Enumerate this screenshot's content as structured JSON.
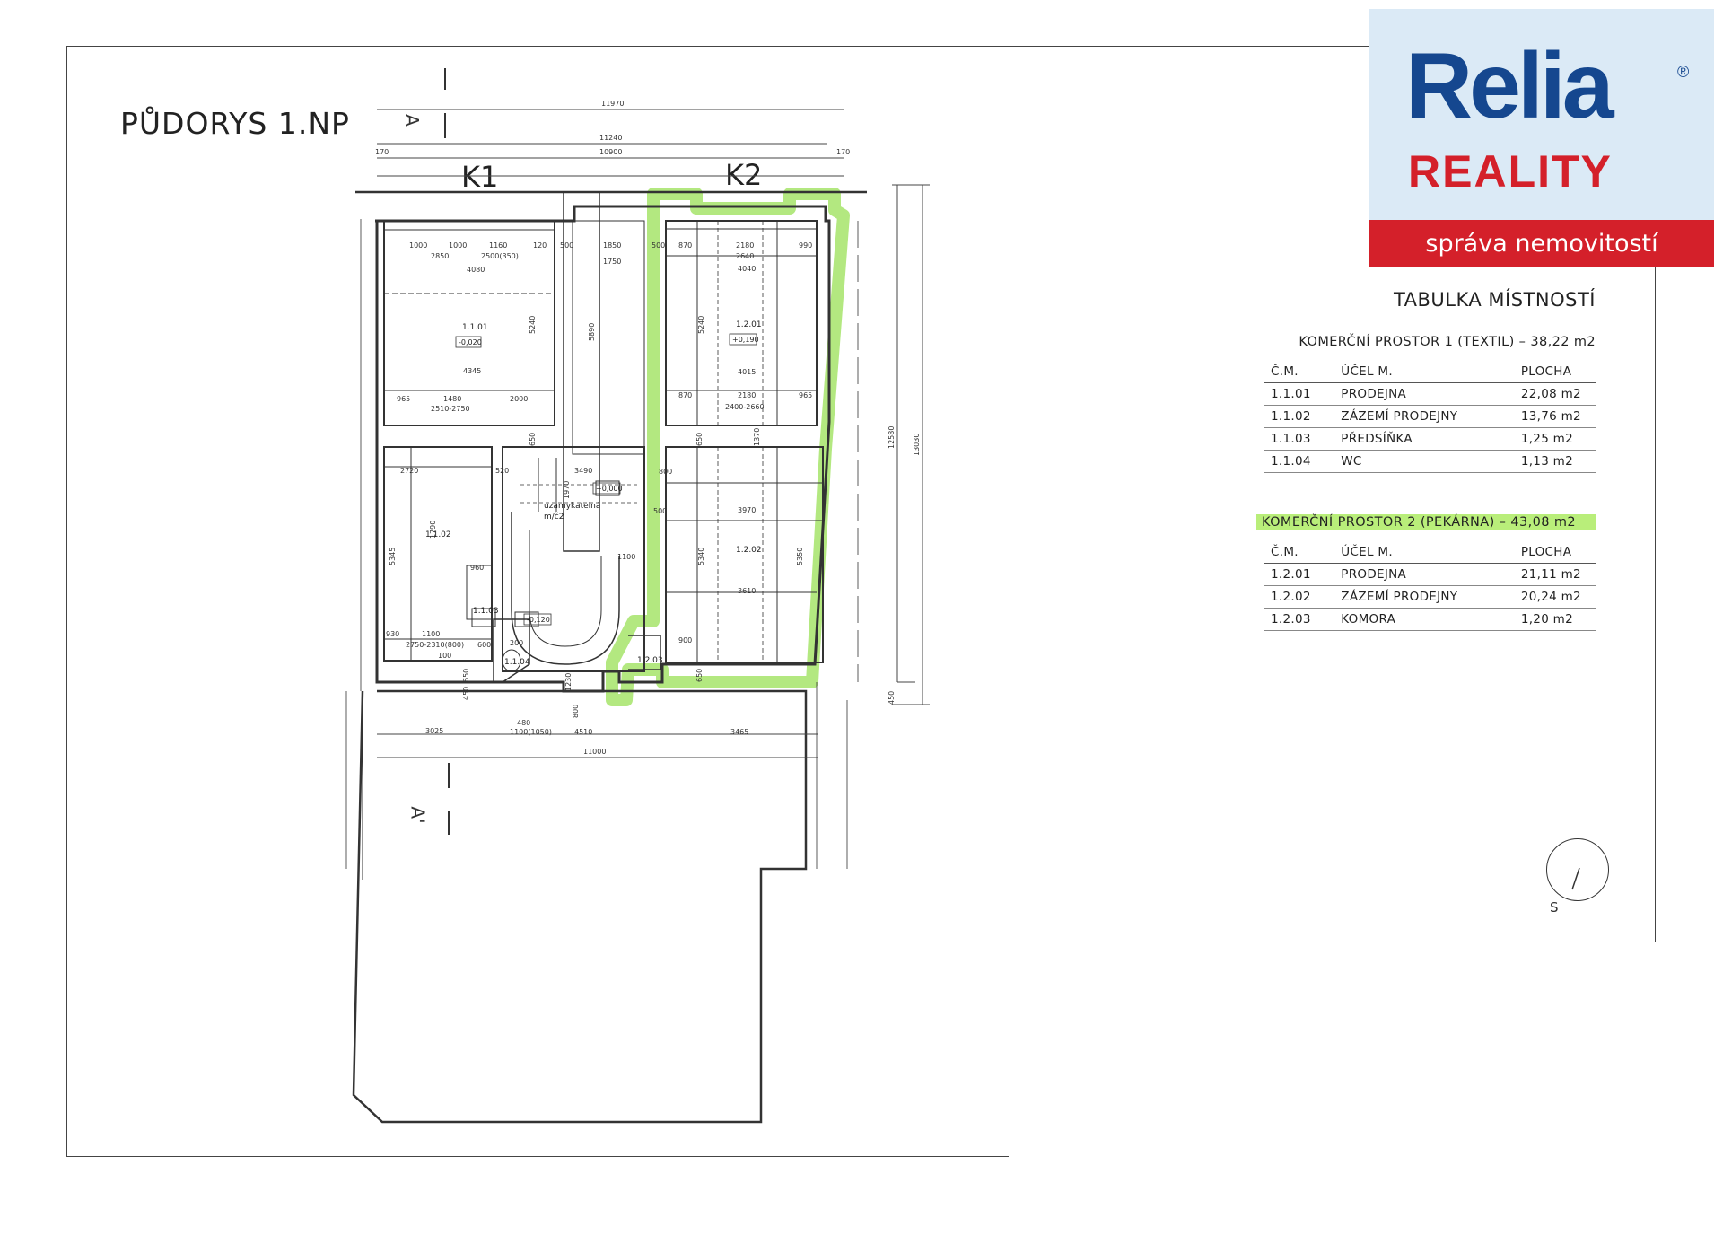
{
  "plan": {
    "title": "PŮDORYS 1.NP",
    "units": [
      "K1",
      "K2"
    ],
    "section_label_top": "A",
    "section_label_bottom": "A'",
    "south_label": "S",
    "rooms": [
      {
        "id": "1.1.01",
        "level": "-0,020"
      },
      {
        "id": "1.1.02",
        "level": ""
      },
      {
        "id": "1.1.03",
        "level": ""
      },
      {
        "id": "1.1.04",
        "level": ""
      },
      {
        "id": "1.2.01",
        "level": "+0,190"
      },
      {
        "id": "1.2.02",
        "level": ""
      },
      {
        "id": "1.2.03",
        "level": ""
      },
      {
        "id": "uzamykatelná",
        "level": "+0,000"
      },
      {
        "id": "stair",
        "level": "-0,120"
      }
    ],
    "dimensions_top": [
      "11970",
      "11240",
      "10900",
      "170",
      "170"
    ],
    "dimensions_inner": [
      "1000",
      "1000",
      "1160",
      "120",
      "500",
      "1850",
      "500",
      "870",
      "2180",
      "990",
      "2850",
      "2500(350)",
      "4080",
      "1750",
      "2640",
      "4040"
    ],
    "dimensions_mid": [
      "5240",
      "5890",
      "4345",
      "5240",
      "4015",
      "965",
      "1480",
      "2000",
      "2510-2750",
      "870",
      "2180",
      "965",
      "2400-2660",
      "650",
      "3490",
      "3970",
      "2720",
      "520",
      "1970",
      "5345",
      "1790",
      "960",
      "5340",
      "5350",
      "3610",
      "1100",
      "800",
      "500",
      "900",
      "650"
    ],
    "dimensions_bottom": [
      "3025",
      "1100(1050)",
      "4510",
      "3465",
      "11000",
      "480",
      "450",
      "12580",
      "13030",
      "930",
      "1100",
      "2750-2310(800)",
      "100",
      "600",
      "200",
      "1230",
      "650",
      "450"
    ]
  },
  "logo": {
    "brand": "Relia",
    "registered": "®",
    "subbrand": "REALITY",
    "tagline": "správa nemovitostí"
  },
  "table": {
    "title": "TABULKA MÍSTNOSTÍ",
    "groups": [
      {
        "heading": "KOMERČNÍ PROSTOR 1 (TEXTIL) – 38,22 m2",
        "highlight": false,
        "columns": [
          "Č.M.",
          "ÚČEL M.",
          "PLOCHA"
        ],
        "rows": [
          [
            "1.1.01",
            "PRODEJNA",
            "22,08 m2"
          ],
          [
            "1.1.02",
            "ZÁZEMÍ PRODEJNY",
            "13,76 m2"
          ],
          [
            "1.1.03",
            "PŘEDSÍŇKA",
            "1,25 m2"
          ],
          [
            "1.1.04",
            "WC",
            "1,13 m2"
          ]
        ]
      },
      {
        "heading": "KOMERČNÍ PROSTOR 2 (PEKÁRNA) – 43,08 m2",
        "highlight": true,
        "highlight_color": "#b9ee7a",
        "columns": [
          "Č.M.",
          "ÚČEL M.",
          "PLOCHA"
        ],
        "rows": [
          [
            "1.2.01",
            "PRODEJNA",
            "21,11 m2"
          ],
          [
            "1.2.02",
            "ZÁZEMÍ PRODEJNY",
            "20,24 m2"
          ],
          [
            "1.2.03",
            "KOMORA",
            "1,20 m2"
          ]
        ]
      }
    ]
  },
  "colors": {
    "logo_blue": "#15478f",
    "logo_red": "#d4202a",
    "logo_bg": "#dbeaf6",
    "highlight_green": "#b9ee7a"
  }
}
